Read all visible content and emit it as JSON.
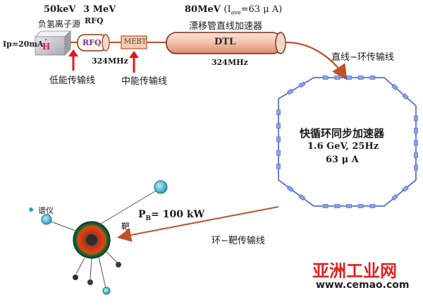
{
  "linac": {
    "ion_source_energy": "50keV",
    "rfq_energy": "3 MeV",
    "rfq_top_label": "RFQ",
    "ion_source_label": "负氢离子源",
    "current_label": "Ip=20mA",
    "h_minus_symbol": "H",
    "h_minus_charge": "-",
    "rfq_box_label": "RFQ",
    "mebt_box_label": "MEBT",
    "dtl_energy": "80MeV",
    "dtl_current_prefix": "(I",
    "dtl_current_sub": "ave",
    "dtl_current_value": "=63 μ A)",
    "dtl_name": "漂移管直线加速器",
    "dtl_box_label": "DTL",
    "freq_rfq": "324MHz",
    "freq_dtl": "324MHz",
    "low_energy_line": "低能传输线",
    "mid_energy_line": "中能传输线"
  },
  "transfer": {
    "linac_to_ring": "直线−环传输线",
    "ring_to_target": "环−靶传输线"
  },
  "ring": {
    "name": "快循环同步加速器",
    "energy_rate": "1.6 GeV, 25Hz",
    "current": "63 μ A"
  },
  "target": {
    "power_prefix": "P",
    "power_sub": "B",
    "power_value": "= 100 kW",
    "target_label": "靶",
    "spectrometer_label": "谱仪"
  },
  "watermark": {
    "brand": "亚洲工业网",
    "url": "www.cemao.com"
  },
  "colors": {
    "beam": "#c0522a",
    "arrow_red": "#e01818",
    "ring_line": "#3a57c8",
    "magnet": "#8aa4e6",
    "watermark_red": "#e32222"
  }
}
